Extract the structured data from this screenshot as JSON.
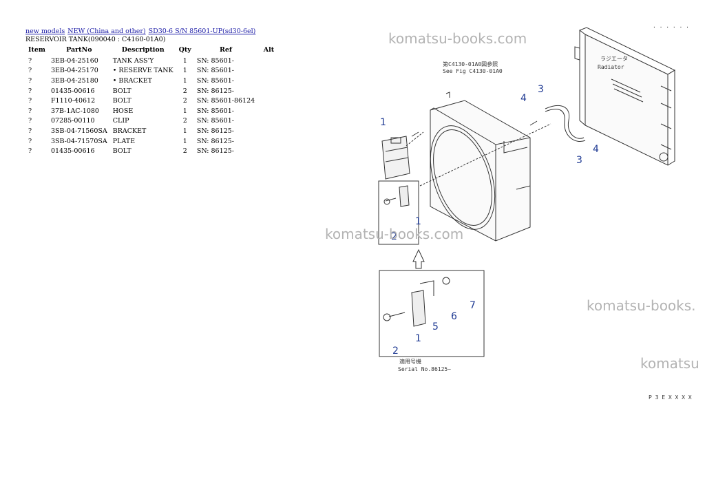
{
  "breadcrumbs": [
    "new models",
    "NEW (China and other)",
    "SD30-6 S/N 85601-UP(sd30-6el)"
  ],
  "page_title": "RESERVOIR TANK(090040 : C4160-01A0)",
  "table": {
    "headers": [
      "Item",
      "PartNo",
      "Description",
      "Qty",
      "Ref",
      "Alt"
    ],
    "rows": [
      [
        "?",
        "3EB-04-25160",
        "TANK ASS'Y",
        "1",
        "SN: 85601-",
        ""
      ],
      [
        "?",
        "3EB-04-25170",
        "• RESERVE TANK",
        "1",
        "SN: 85601-",
        ""
      ],
      [
        "?",
        "3EB-04-25180",
        "• BRACKET",
        "1",
        "SN: 85601-",
        ""
      ],
      [
        "?",
        "01435-00616",
        "BOLT",
        "2",
        "SN: 86125-",
        ""
      ],
      [
        "?",
        "F1110-40612",
        "BOLT",
        "2",
        "SN: 85601-86124",
        ""
      ],
      [
        "?",
        "37B-1AC-1080",
        "HOSE",
        "1",
        "SN: 85601-",
        ""
      ],
      [
        "?",
        "07285-00110",
        "CLIP",
        "2",
        "SN: 85601-",
        ""
      ],
      [
        "?",
        "3SB-04-71560SA",
        "BRACKET",
        "1",
        "SN: 86125-",
        ""
      ],
      [
        "?",
        "3SB-04-71570SA",
        "PLATE",
        "1",
        "SN: 86125-",
        ""
      ],
      [
        "?",
        "01435-00616",
        "BOLT",
        "2",
        "SN: 86125-",
        ""
      ]
    ]
  },
  "diagram": {
    "ref_note": [
      "第C4130-01A0図参照",
      "See Fig C4130-01A0"
    ],
    "radiator_label": [
      "ラジエータ",
      "Radiator"
    ],
    "serial_note": [
      "適用号機",
      "Serial No.86125~"
    ],
    "callouts": [
      "1",
      "1",
      "1",
      "2",
      "2",
      "3",
      "3",
      "4",
      "4",
      "5",
      "6",
      "7"
    ],
    "corner_code": ". . . . . .",
    "footer_code": "P 3 E X X X X"
  },
  "watermarks": [
    "komatsu-books.com",
    "komatsu-books.com",
    "komatsu-books.",
    "komatsu"
  ],
  "colors": {
    "link": "#1a1aa6",
    "callout": "#1f3a93",
    "watermark": "#b3b3b3"
  }
}
